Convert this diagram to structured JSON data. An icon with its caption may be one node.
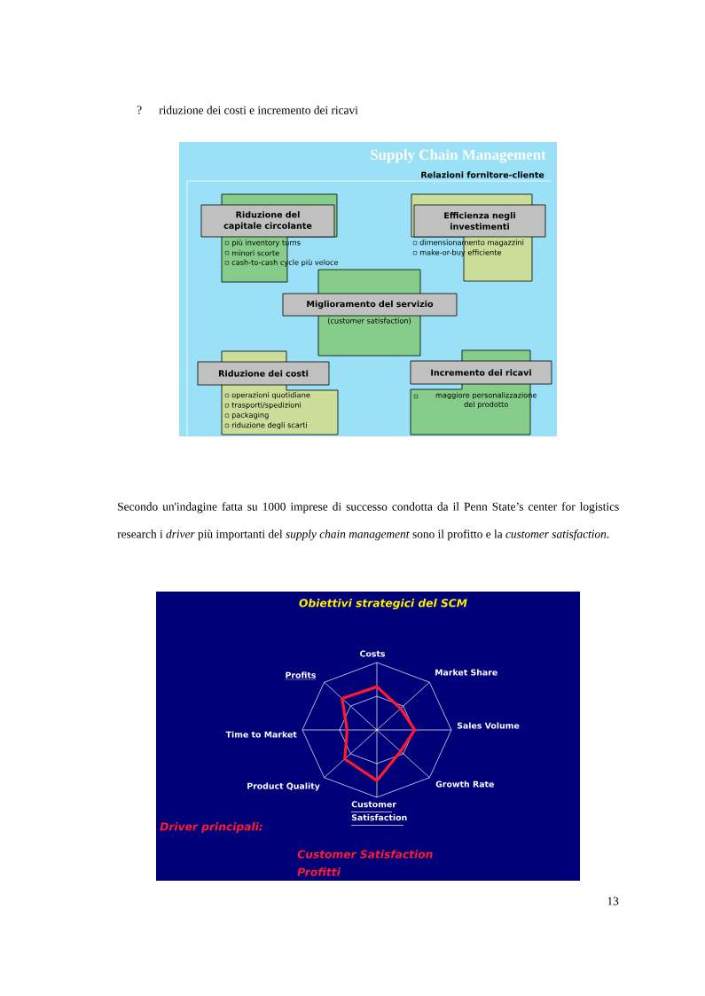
{
  "diagram": {
    "nodes": [
      {
        "text": [
          "Supply Chain Management",
          "Relazioni fornitore-cliente"
        ]
      },
      {
        "text": [
          "Riduzione del capitale circolante"
        ],
        "in": 0
      },
      {
        "text": [
          "più inventory turns",
          "minori scorte",
          "cash-to-cash cycle più veloce"
        ],
        "in": 0
      },
      {
        "text": [
          "Efficienza negli investimenti"
        ],
        "in": 0
      },
      {
        "text": [
          "dimensionamento magazzini",
          "make-or-buy efficiente"
        ],
        "in": 0
      },
      {
        "text": [
          "Miglioramento del servizio"
        ],
        "in": 0
      },
      {
        "text": [
          "(customer satisfaction)"
        ],
        "in": 0
      },
      {
        "text": [
          "Riduzione dei costi"
        ],
        "in": 0
      },
      {
        "text": [
          "operazioni quotidiane",
          "trasporti/spedizioni",
          "packaging",
          "riduzione degli scarti"
        ],
        "in": 0
      },
      {
        "text": [
          "Incremento dei ricavi"
        ],
        "in": 0
      },
      {
        "text": [
          "maggiore personalizzazione del prodotto"
        ],
        "in": 0
      },
      {
        "text": [
          "Obiettivi strategici del SCM",
          "Driver principali:",
          "Customer Satisfaction",
          "Profitti"
        ]
      }
    ],
    "labels": [
      "?",
      "riduzione dei costi e incremento dei ricavi",
      "Secondo un'indagine fatta su 1000 imprese di successo condotta da il Penn State’s center for logistics research i *driver* più importanti del *supply chain management* sono il profitto e la *customer satisfaction*.",
      "Costs",
      "Profits",
      "Market Share",
      "Sales Volume",
      "Time to Market",
      "Product Quality",
      "Growth Rate",
      "Customer Satisfaction",
      "13"
    ]
  }
}
